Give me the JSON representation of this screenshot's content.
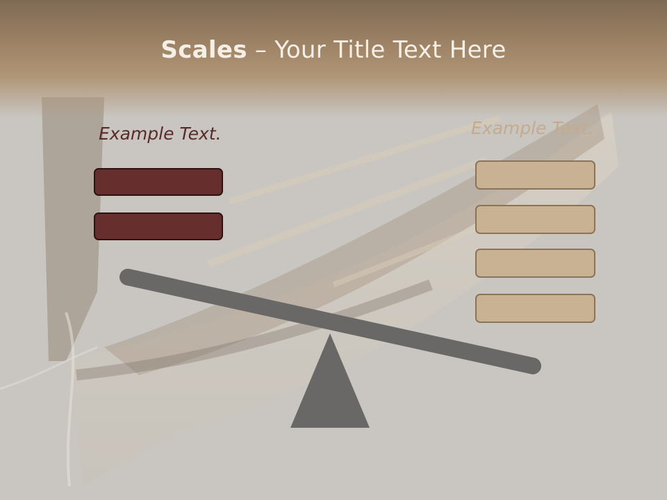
{
  "slide": {
    "title_bold": "Scales",
    "title_rest": " – Your Title Text Here",
    "left_label": "Example Text.",
    "right_label": "Example Text.",
    "left_boxes": 2,
    "right_boxes": 4
  },
  "colors": {
    "header": "#9c8164",
    "left_box": "#672e2e",
    "right_box": "#c9b294",
    "scale": "#6a6866"
  }
}
